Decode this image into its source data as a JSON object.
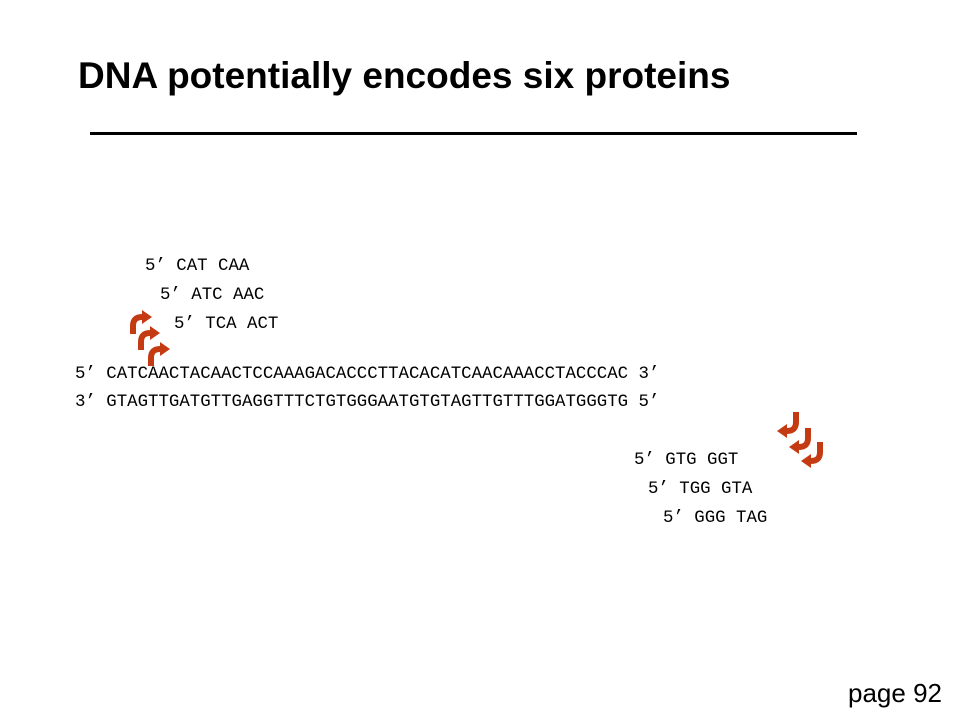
{
  "slide": {
    "title": "DNA potentially encodes six proteins",
    "page_label": "page 92"
  },
  "forward_frames": [
    {
      "text": "5’ CAT CAA"
    },
    {
      "text": "5’ ATC AAC"
    },
    {
      "text": "5’ TCA ACT"
    }
  ],
  "strands": {
    "top": "5’ CATCAACTACAACTCCAAAGACACCCTTACACATCAACAAACCTACCCAC 3’",
    "bottom": "3’ GTAGTTGATGTTGAGGTTTCTGTGGGAATGTGTAGTTGTTTGGATGGGTG 5’"
  },
  "reverse_frames": [
    {
      "text": "5’ GTG GGT"
    },
    {
      "text": "5’ TGG GTA"
    },
    {
      "text": "5’ GGG TAG"
    }
  ],
  "arrow_color": "#c43a12",
  "arrow_icons": [
    "curved-arrow-right-icon",
    "curved-arrow-left-icon"
  ]
}
